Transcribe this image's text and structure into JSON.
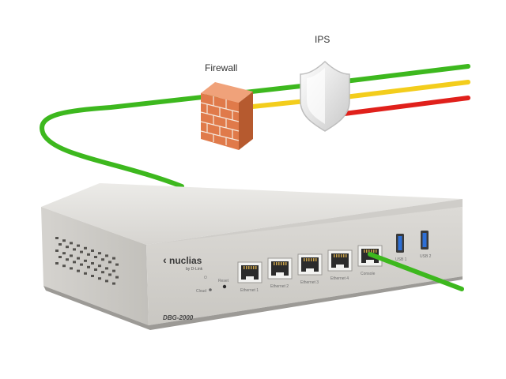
{
  "labels": {
    "firewall": "Firewall",
    "ips": "IPS"
  },
  "device": {
    "brand": "nuclias",
    "brand_sub": "by D-Link",
    "model": "DBG-2000",
    "power_label": "⏻",
    "cloud_label": "Cloud",
    "reset_label": "Reset",
    "ports": [
      {
        "label": "Ethernet 1"
      },
      {
        "label": "Ethernet 2"
      },
      {
        "label": "Ethernet 3"
      },
      {
        "label": "Ethernet 4"
      },
      {
        "label": "Console"
      }
    ],
    "usb": [
      {
        "label": "USB 1"
      },
      {
        "label": "USB 2"
      }
    ]
  },
  "colors": {
    "green": "#3db81e",
    "yellow": "#f3cd1c",
    "red": "#e0201b",
    "brick": "#e07a4a",
    "chassis": "#dedcd8",
    "shield": "#eeeeee"
  },
  "icons": {
    "firewall": "brick-wall-icon",
    "ips": "shield-icon",
    "logo": "nuclias-logo-icon"
  }
}
